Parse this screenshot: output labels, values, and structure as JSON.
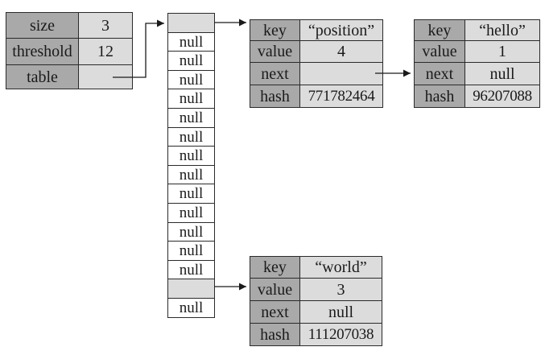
{
  "map": {
    "size_label": "size",
    "size_value": "3",
    "threshold_label": "threshold",
    "threshold_value": "12",
    "table_label": "table"
  },
  "table_slots": [
    "",
    "null",
    "null",
    "null",
    "null",
    "null",
    "null",
    "null",
    "null",
    "null",
    "null",
    "null",
    "null",
    "null",
    "",
    "null"
  ],
  "entries": {
    "position": {
      "key_label": "key",
      "key": "“position”",
      "value_label": "value",
      "value": "4",
      "next_label": "next",
      "next": "",
      "hash_label": "hash",
      "hash": "771782464"
    },
    "hello": {
      "key_label": "key",
      "key": "“hello”",
      "value_label": "value",
      "value": "1",
      "next_label": "next",
      "next": "null",
      "hash_label": "hash",
      "hash": "96207088"
    },
    "world": {
      "key_label": "key",
      "key": "“world”",
      "value_label": "value",
      "value": "3",
      "next_label": "next",
      "next": "null",
      "hash_label": "hash",
      "hash": "111207038"
    }
  }
}
